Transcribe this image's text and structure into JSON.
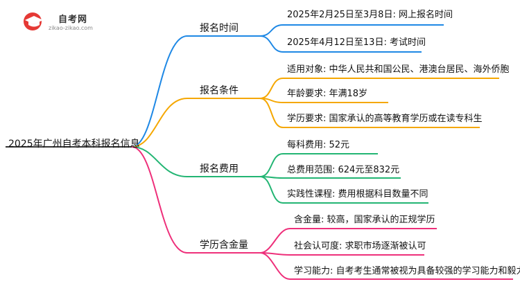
{
  "logo": {
    "title": "自考网",
    "url": "zikao-zikao.com"
  },
  "root": "2025年广州自考本科报名信息",
  "branches": [
    {
      "label": "报名时间",
      "color": "#1e88e5",
      "leaves": [
        "2025年2月25日至3月8日: 网上报名时间",
        "2025年4月12日至13日: 考试时间"
      ]
    },
    {
      "label": "报名条件",
      "color": "#f5a700",
      "leaves": [
        "适用对象: 中华人民共和国公民、港澳台居民、海外侨胞",
        "年龄要求: 年满18岁",
        "学历要求: 国家承认的高等教育学历或在读专科生"
      ]
    },
    {
      "label": "报名费用",
      "color": "#22b573",
      "leaves": [
        "每科费用: 52元",
        "总费用范围: 624元至832元",
        "实践性课程: 费用根据科目数量不同"
      ]
    },
    {
      "label": "学历含金量",
      "color": "#ee2f7a",
      "leaves": [
        "含金量: 较高，国家承认的正规学历",
        "社会认可度: 求职市场逐渐被认可",
        "学习能力: 自考考生通常被视为具备较强的学习能力和毅力"
      ]
    }
  ]
}
